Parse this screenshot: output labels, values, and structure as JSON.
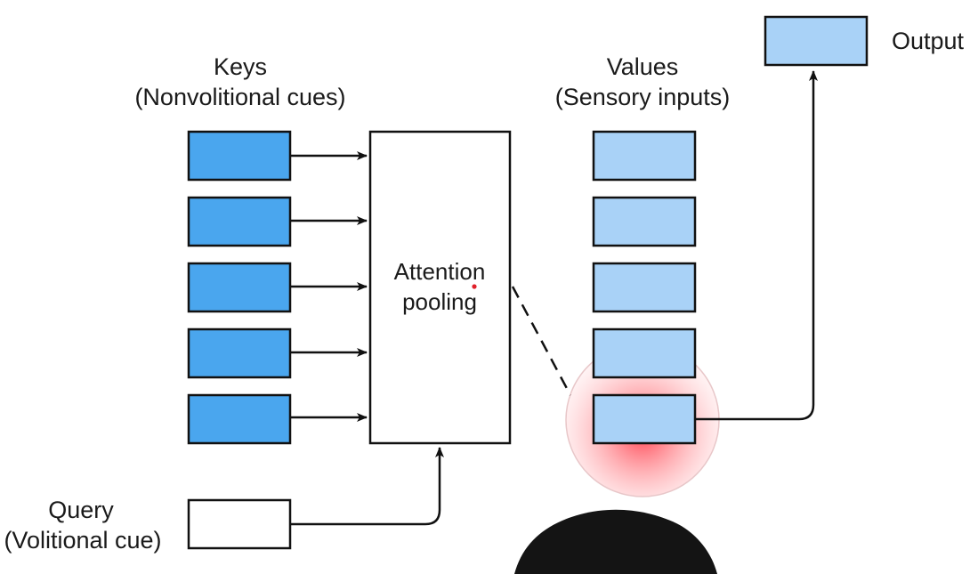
{
  "labels": {
    "keys_title": "Keys",
    "keys_subtitle": "(Nonvolitional cues)",
    "values_title": "Values",
    "values_subtitle": "(Sensory inputs)",
    "output": "Output",
    "attention_line1": "Attention",
    "attention_line2": "pooling",
    "query_title": "Query",
    "query_subtitle": "(Volitional cue)"
  },
  "keys": {
    "count": 5,
    "fill": "#4aa6ee"
  },
  "values": {
    "count": 5,
    "fill": "#a9d2f7",
    "selected_index": 4
  },
  "output": {
    "fill": "#a9d2f7"
  },
  "query": {
    "fill": "#ffffff"
  },
  "highlight": {
    "color": "#ff5a64"
  },
  "presenter_hair": {
    "color": "#141414"
  },
  "edge_color": "#111111"
}
